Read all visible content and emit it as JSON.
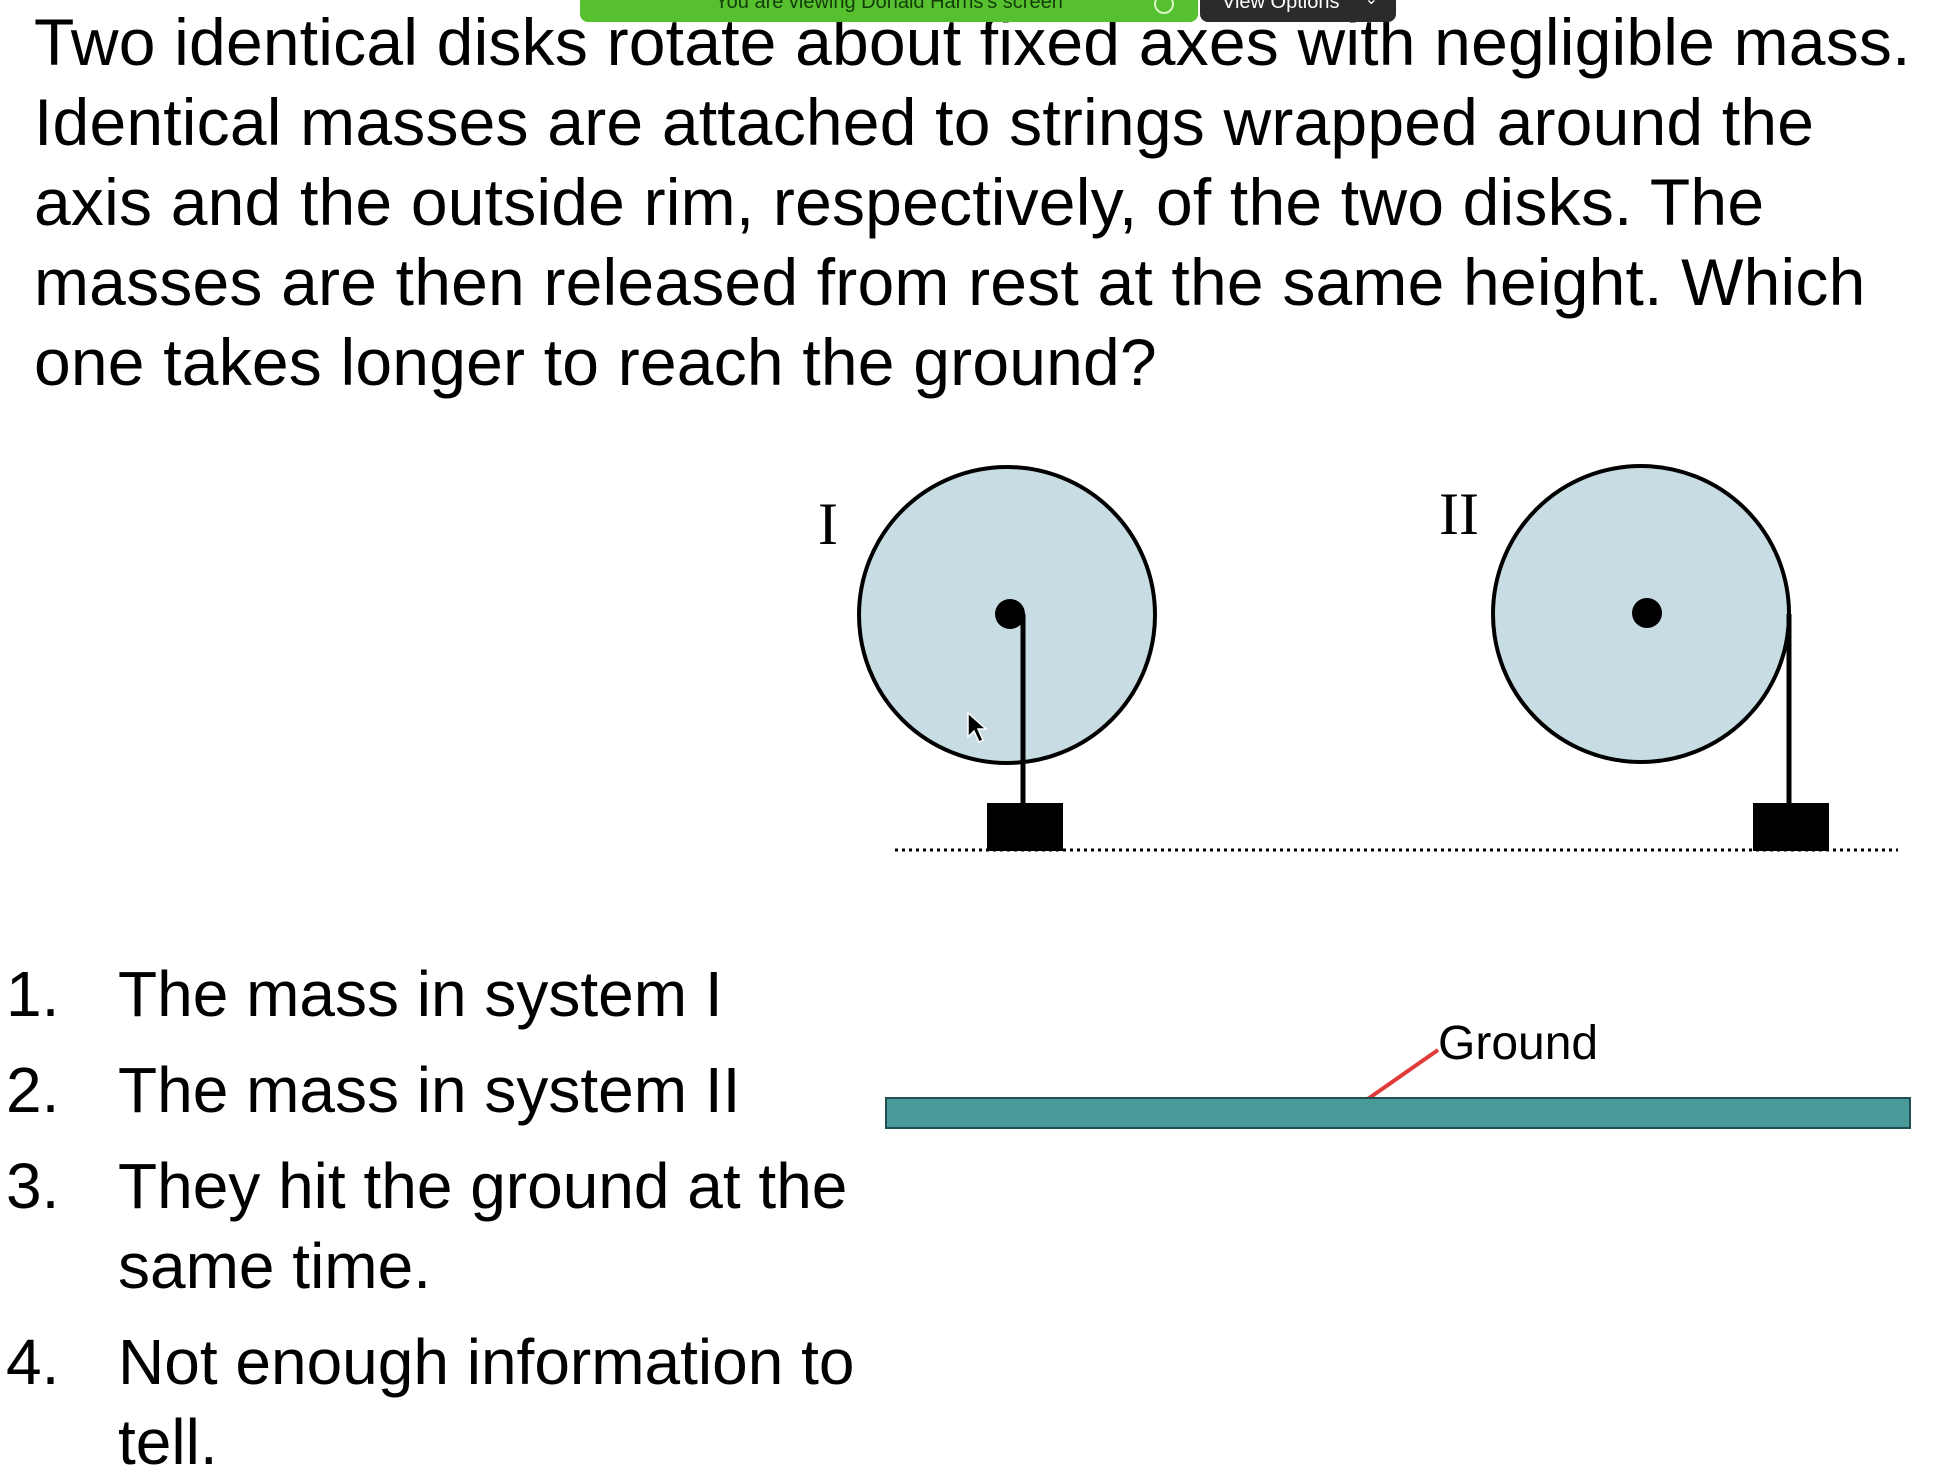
{
  "share_banner": {
    "text": "You are viewing Donald Harris's screen",
    "view_options_label": "View Options"
  },
  "question": {
    "text": "Two identical disks rotate about fixed axes with negligible mass. Identical masses are attached to strings wrapped around the axis and the outside rim, respectively, of the two disks.  The masses are then released from rest at the same height.  Which one takes longer to reach the ground?"
  },
  "diagram": {
    "system_1_label": "I",
    "system_2_label": "II",
    "ground_label": "Ground",
    "colors": {
      "disk_fill": "#c8dde3",
      "ground": "#4a9a9a",
      "pointer_line": "#e03a3a"
    }
  },
  "answers": [
    {
      "number": "1.",
      "text": "The mass in system I"
    },
    {
      "number": "2.",
      "text": "The mass in system II"
    },
    {
      "number": "3.",
      "text": "They hit the ground at the same time."
    },
    {
      "number": "4.",
      "text": "Not enough information to tell."
    }
  ]
}
